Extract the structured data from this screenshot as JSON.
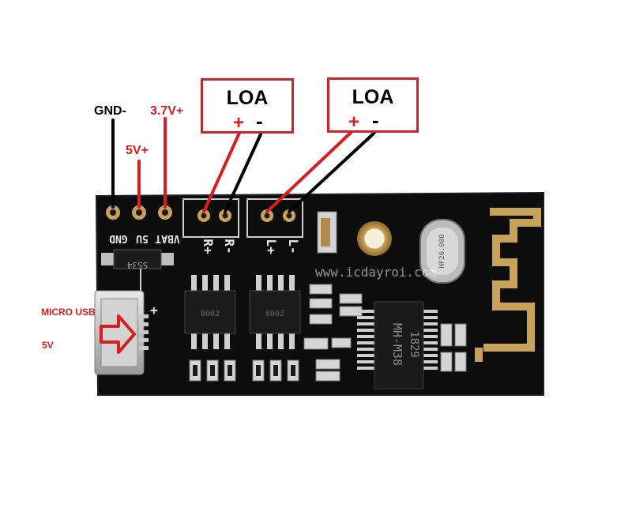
{
  "labels": {
    "gnd": "GND-",
    "v37": "3.7V+",
    "v5": "5V+",
    "micro_usb": "MICRO USB",
    "usb_5v": "5V"
  },
  "speakers": [
    {
      "title": "LOA",
      "plus": "+",
      "minus": "-"
    },
    {
      "title": "LOA",
      "plus": "+",
      "minus": "-"
    }
  ],
  "silkscreen": {
    "gnd": "GND",
    "u5": "5U",
    "vbat": "VBAT",
    "r_plus": "R+",
    "r_minus": "R-",
    "l_plus": "L+",
    "l_minus": "L-",
    "diode": "SS34",
    "plus_mark": "+",
    "ic_left": "8002",
    "ic_right": "8002",
    "main_chip_1": "MH-M38",
    "main_chip_2": "1829",
    "crystal": "HF26.000",
    "watermark": "www.icdayroi.com"
  },
  "colors": {
    "board": "#0c0c0c",
    "red": "#d81e1e",
    "box_border": "#c8262d",
    "gold": "#c9a25a"
  }
}
